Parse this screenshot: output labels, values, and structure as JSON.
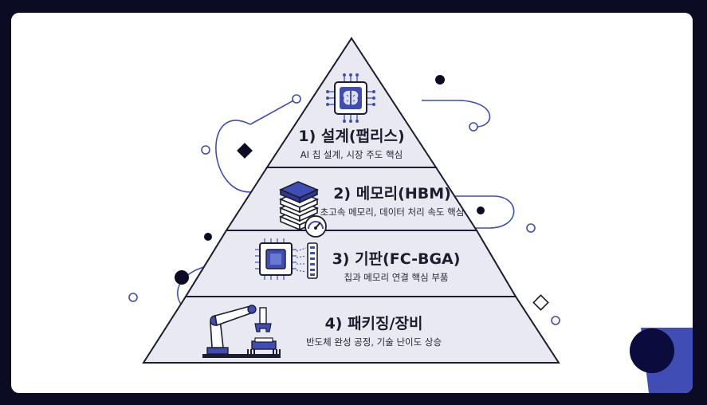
{
  "tiers": [
    {
      "title": "1) 설계(팹리스)",
      "subtitle": "AI 칩 설계, 시장 주도 핵심",
      "icon": "ai-chip-brain-icon"
    },
    {
      "title": "2) 메모리(HBM)",
      "subtitle": "초고속 메모리, 데이터 처리 속도 핵심",
      "icon": "memory-stack-gauge-icon"
    },
    {
      "title": "3) 기판(FC-BGA)",
      "subtitle": "칩과 메모리 연결 핵심 부품",
      "icon": "substrate-chip-icon"
    },
    {
      "title": "4) 패키징/장비",
      "subtitle": "반도체 완성 공정, 기술 난이도 상승",
      "icon": "robot-arm-icon"
    }
  ],
  "colors": {
    "background": "#0b0c24",
    "card": "#ffffff",
    "pyramid_fill": "#e9e9f1",
    "outline": "#1c1d2e",
    "accent": "#3f4db5",
    "corner_navy": "#0a0c3d"
  }
}
